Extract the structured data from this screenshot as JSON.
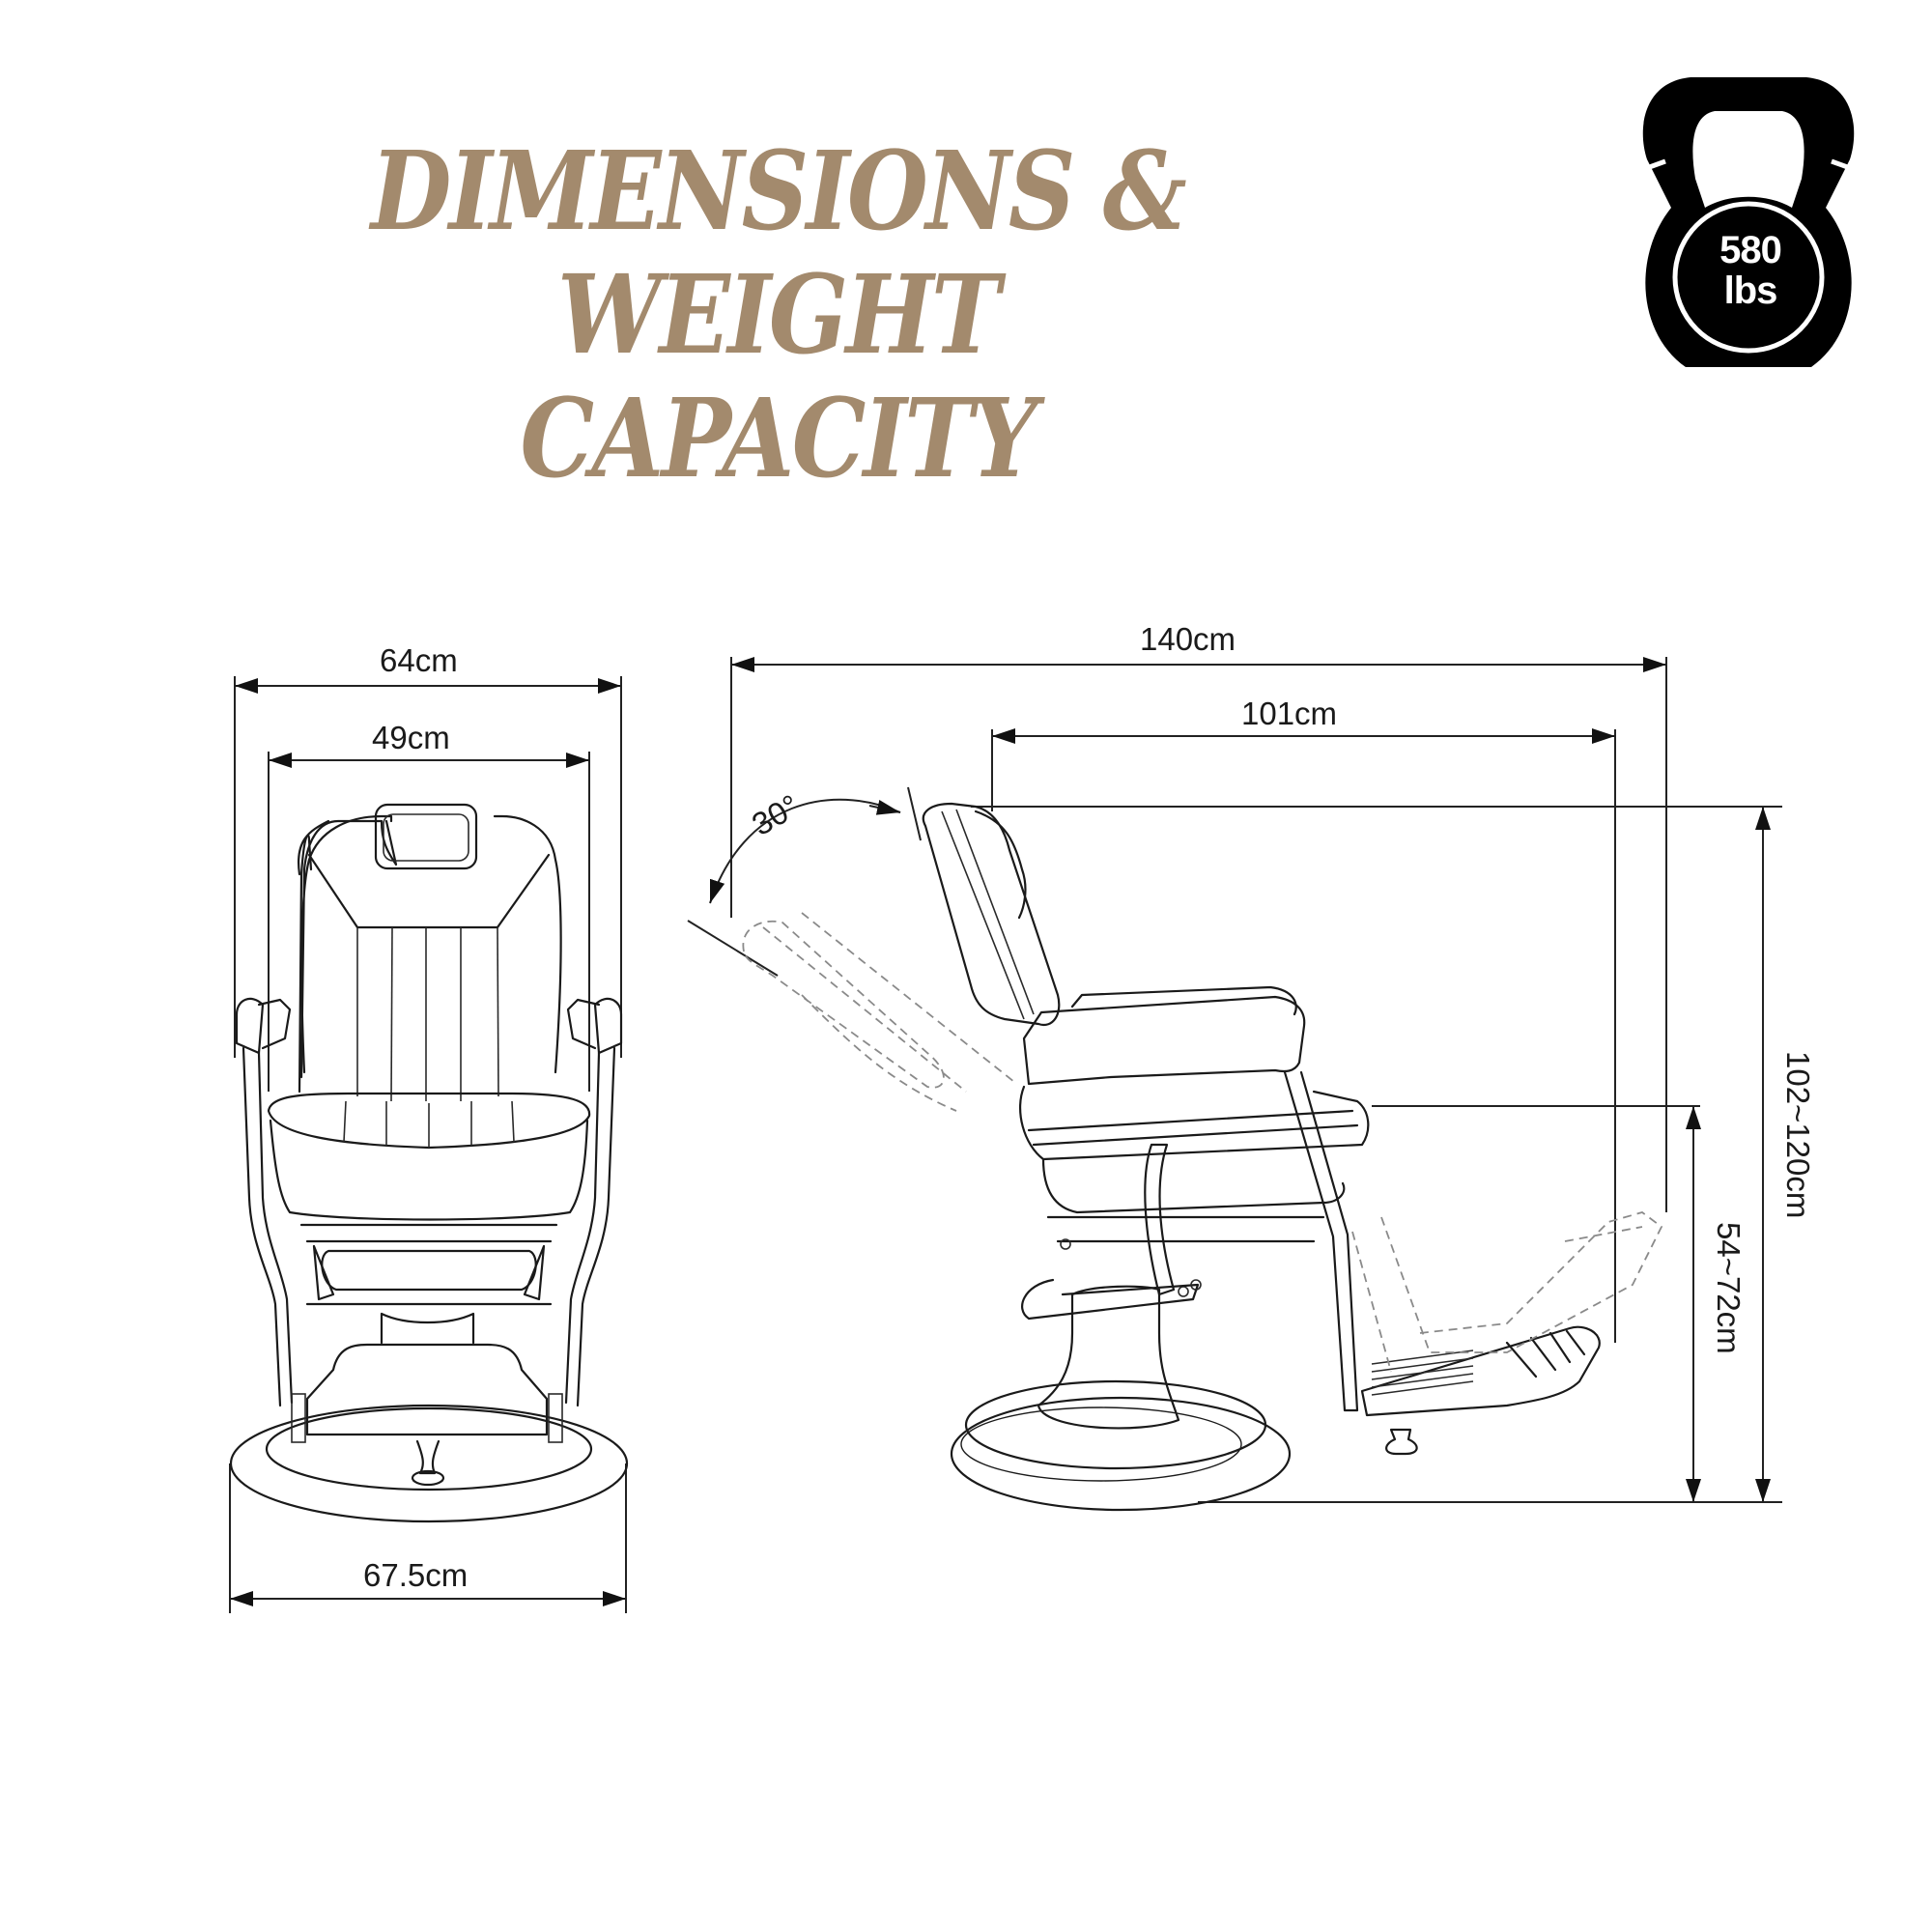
{
  "header": {
    "title_line1": "DIMENSIONS & WEIGHT",
    "title_line2": "CAPACITY",
    "title_color": "#a38a6d"
  },
  "weight_badge": {
    "icon": "kettlebell-icon",
    "value": "580",
    "unit": "lbs",
    "color": "#000000"
  },
  "front_view": {
    "overall_width": "64cm",
    "seat_width": "49cm",
    "base_diameter": "67.5cm"
  },
  "side_view": {
    "overall_length_reclined": "140cm",
    "length_upright": "101cm",
    "recline_angle": "30°",
    "overall_height": "102~120cm",
    "seat_height": "54~72cm"
  }
}
